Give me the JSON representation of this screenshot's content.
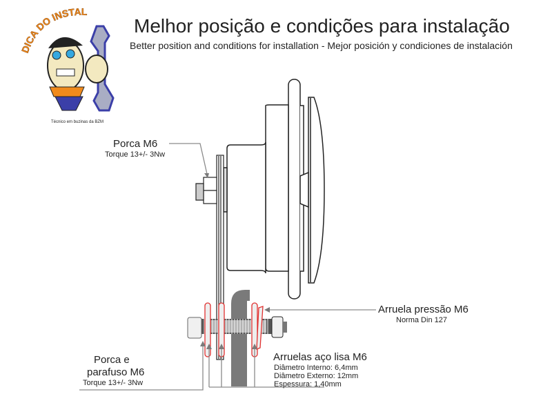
{
  "header": {
    "title": "Melhor posição e condições para instalação",
    "subtitle": "Better position and conditions for installation - Mejor posición y condiciones de instalación"
  },
  "logo": {
    "arc_text": "DICA DO INSTALADOR",
    "caption": "Técnico em buzinas da BZM"
  },
  "labels": {
    "porca_m6": {
      "title": "Porca M6",
      "detail": "Torque 13+/- 3Nw"
    },
    "arruela_pressao": {
      "title": "Arruela pressão M6",
      "detail": "Norma Din 127"
    },
    "porca_parafuso": {
      "title_line1": "Porca e",
      "title_line2": "parafuso M6",
      "detail": "Torque 13+/- 3Nw"
    },
    "arruelas_lisa": {
      "title": "Arruelas aço lisa M6",
      "details": [
        "Diâmetro Interno: 6,4mm",
        "Diâmetro Externo: 12mm",
        "Espessura: 1,40mm"
      ]
    }
  },
  "colors": {
    "washer_outline": "#e0302f",
    "bracket": "#7a7a7a",
    "leader": "#8a8a8a",
    "logo_orange": "#f08a1c",
    "logo_blue": "#3b3fa8"
  }
}
